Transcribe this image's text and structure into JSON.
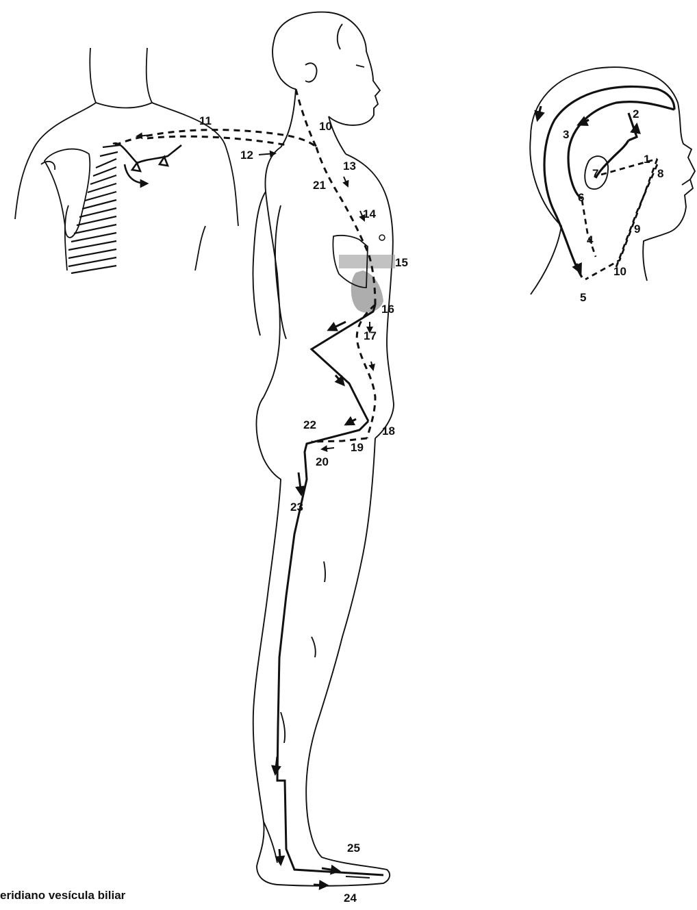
{
  "caption": "eridiano vesícula biliar",
  "labels": {
    "n1": "1",
    "n2": "2",
    "n3": "3",
    "n4": "4",
    "n5": "5",
    "n6": "6",
    "n7": "7",
    "n8": "8",
    "n9": "9",
    "n10_head": "10",
    "n10_body": "10",
    "n11": "11",
    "n12": "12",
    "n13": "13",
    "n14": "14",
    "n15": "15",
    "n16": "16",
    "n17": "17",
    "n18": "18",
    "n19": "19",
    "n20": "20",
    "n21": "21",
    "n22": "22",
    "n23": "23",
    "n24": "24",
    "n25": "25"
  },
  "colors": {
    "ink": "#111111",
    "shade": "#9a9a9a"
  }
}
